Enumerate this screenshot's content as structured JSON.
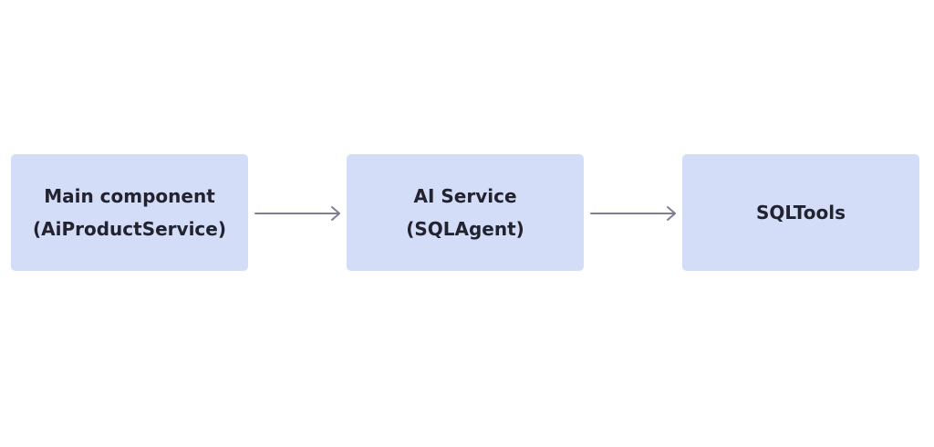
{
  "diagram": {
    "nodes": [
      {
        "line1": "Main component",
        "line2": "(AiProductService)"
      },
      {
        "line1": "AI Service",
        "line2": "(SQLAgent)"
      },
      {
        "line1": "SQLTools",
        "line2": ""
      }
    ],
    "colors": {
      "node_fill": "#d3ddf8",
      "text": "#23232f",
      "arrow": "#7f7f93"
    }
  }
}
